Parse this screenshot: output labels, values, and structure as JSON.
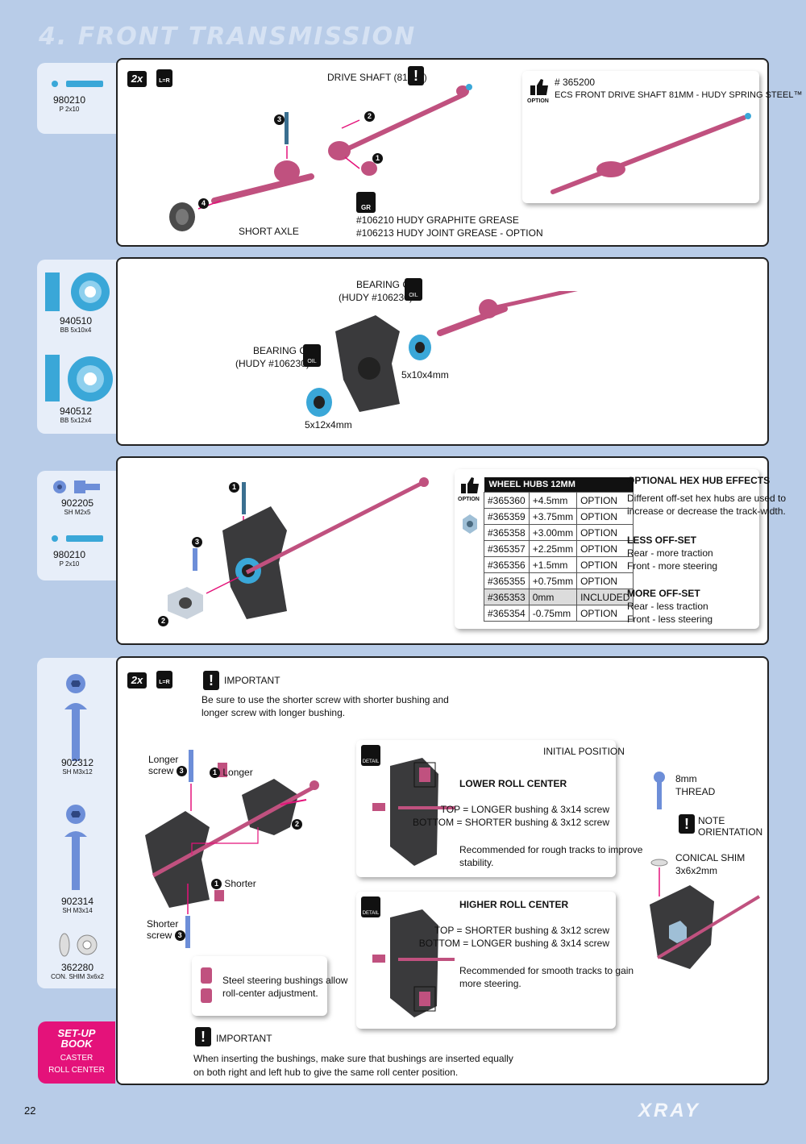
{
  "page": {
    "title": "4. FRONT TRANSMISSION",
    "page_number": "22",
    "brand": "XRAY"
  },
  "colors": {
    "background": "#b8cce8",
    "part": "#c0517f",
    "hub": "#3a3a3c",
    "bearing": "#3aa7d8",
    "accent": "#e4127a"
  },
  "step1": {
    "parts": [
      {
        "code": "980210",
        "desc": "P 2x10"
      }
    ],
    "badge": "2x",
    "lr_badge": "L=R",
    "drive_shaft_label": "DRIVE SHAFT (81mm)",
    "short_axle_label": "SHORT AXLE",
    "grease_icon": "GR",
    "grease_line1": "#106210 HUDY GRAPHITE GREASE",
    "grease_line2": "#106213 HUDY JOINT GREASE - OPTION",
    "step_numbers": [
      "1",
      "2",
      "3",
      "4"
    ],
    "option": {
      "icon_label": "OPTION",
      "code": "# 365200",
      "desc": "ECS FRONT DRIVE SHAFT 81MM - HUDY SPRING STEEL™"
    }
  },
  "step2": {
    "parts": [
      {
        "code": "940510",
        "desc": "BB 5x10x4"
      },
      {
        "code": "940512",
        "desc": "BB 5x12x4"
      }
    ],
    "oil_top_line1": "BEARING OIL",
    "oil_top_line2": "(HUDY #106230)",
    "oil_left_line1": "BEARING OIL",
    "oil_left_line2": "(HUDY #106230)",
    "oil_icon": "OIL",
    "bearing_a": "5x10x4mm",
    "bearing_b": "5x12x4mm"
  },
  "step3": {
    "parts": [
      {
        "code": "902205",
        "desc": "SH M2x5"
      },
      {
        "code": "980210",
        "desc": "P 2x10"
      }
    ],
    "step_numbers": [
      "1",
      "2",
      "3"
    ],
    "option_label": "OPTION",
    "table_header": "WHEEL HUBS 12MM",
    "table_rows": [
      [
        "#365360",
        "+4.5mm",
        "OPTION"
      ],
      [
        "#365359",
        "+3.75mm",
        "OPTION"
      ],
      [
        "#365358",
        "+3.00mm",
        "OPTION"
      ],
      [
        "#365357",
        "+2.25mm",
        "OPTION"
      ],
      [
        "#365356",
        "+1.5mm",
        "OPTION"
      ],
      [
        "#365355",
        "+0.75mm",
        "OPTION"
      ],
      [
        "#365353",
        "0mm",
        "INCLUDED"
      ],
      [
        "#365354",
        "-0.75mm",
        "OPTION"
      ]
    ],
    "effects_title": "OPTIONAL HEX HUB EFFECTS",
    "effects_text1": "Different off-set hex hubs are used to",
    "effects_text2": "increase or decrease the track-width.",
    "less_title": "LESS OFF-SET",
    "less_line1": "Rear - more traction",
    "less_line2": "Front - more steering",
    "more_title": "MORE OFF-SET",
    "more_line1": "Rear - less traction",
    "more_line2": "Front - less steering"
  },
  "step4": {
    "parts": [
      {
        "code": "902312",
        "desc": "SH M3x12"
      },
      {
        "code": "902314",
        "desc": "SH M3x14"
      },
      {
        "code": "362280",
        "desc": "CON. SHIM 3x6x2"
      }
    ],
    "badge": "2x",
    "lr_badge": "L=R",
    "important_label": "IMPORTANT",
    "important_text1": "Be sure to use the shorter screw with shorter bushing and",
    "important_text2": "longer screw with longer bushing.",
    "longer_screw1": "Longer",
    "longer_screw2": "screw",
    "longer_label": "Longer",
    "shorter_label": "Shorter",
    "shorter_screw1": "Shorter",
    "shorter_screw2": "screw",
    "bushing_note1": "Steel steering bushings allow",
    "bushing_note2": "roll-center adjustment.",
    "detail_icon": "DETAIL",
    "initial_position": "INITIAL POSITION",
    "lower_title": "LOWER ROLL CENTER",
    "lower_top": "TOP = LONGER bushing & 3x14 screw",
    "lower_bottom": "BOTTOM = SHORTER bushing & 3x12 screw",
    "lower_rec1": "Recommended for rough tracks to improve",
    "lower_rec2": "stability.",
    "higher_title": "HIGHER ROLL CENTER",
    "higher_top": "TOP = SHORTER bushing & 3x12 screw",
    "higher_bottom": "BOTTOM = LONGER bushing & 3x14 screw",
    "higher_rec1": "Recommended for smooth tracks to gain",
    "higher_rec2": "more steering.",
    "thread1": "8mm",
    "thread2": "THREAD",
    "note1": "NOTE",
    "note2": "ORIENTATION",
    "shim1": "CONICAL SHIM",
    "shim2": "3x6x2mm",
    "important2_label": "IMPORTANT",
    "important2_text1": "When inserting the bushings, make sure that bushings are inserted equally",
    "important2_text2": "on both right and left hub to give the same roll center position.",
    "step_numbers": [
      "1",
      "2",
      "3"
    ]
  },
  "setup_book": {
    "line1": "SET-UP",
    "line2": "BOOK",
    "topic1": "CASTER",
    "topic2": "ROLL CENTER"
  }
}
